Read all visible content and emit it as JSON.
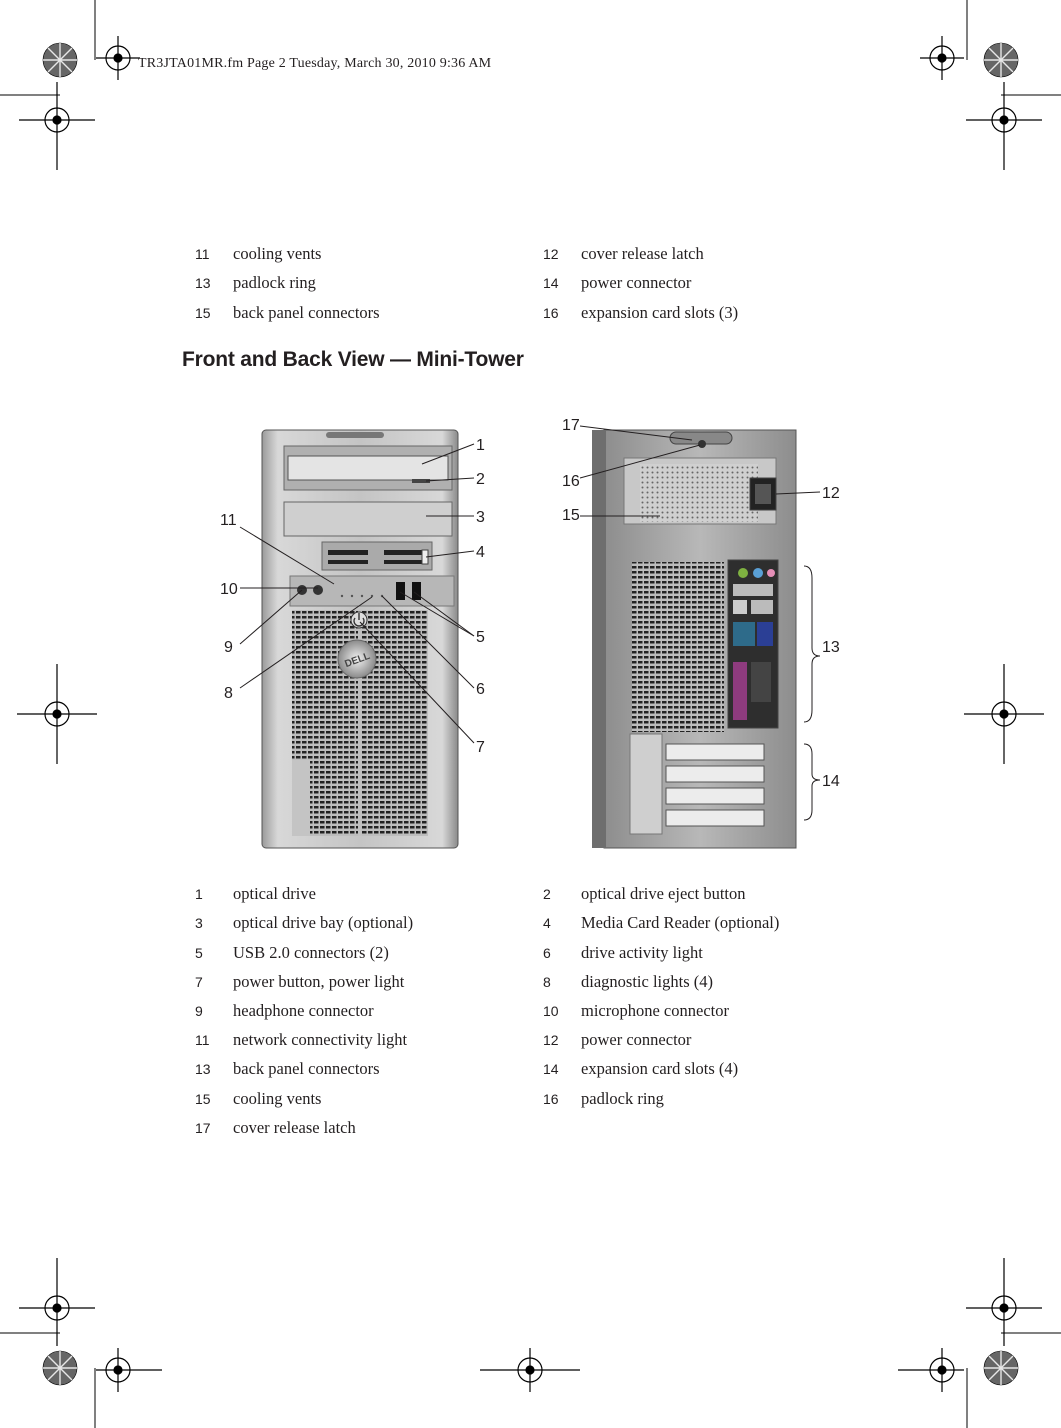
{
  "header": {
    "text": "TR3JTA01MR.fm  Page 2  Tuesday, March 30, 2010  9:36 AM"
  },
  "top_legend": [
    {
      "num": "11",
      "label": "cooling vents"
    },
    {
      "num": "12",
      "label": "cover release latch"
    },
    {
      "num": "13",
      "label": "padlock ring"
    },
    {
      "num": "14",
      "label": "power connector"
    },
    {
      "num": "15",
      "label": "back panel connectors"
    },
    {
      "num": "16",
      "label": "expansion card slots (3)"
    }
  ],
  "section_title": "Front and Back View — Mini-Tower",
  "figure": {
    "front_callouts": [
      "1",
      "2",
      "3",
      "4",
      "5",
      "6",
      "7",
      "8",
      "9",
      "10",
      "11"
    ],
    "back_callouts": [
      "12",
      "13",
      "14",
      "15",
      "16",
      "17"
    ],
    "logo_text": "DELL"
  },
  "bottom_legend": [
    {
      "num": "1",
      "label": "optical drive"
    },
    {
      "num": "2",
      "label": "optical drive eject button"
    },
    {
      "num": "3",
      "label": "optical drive bay (optional)"
    },
    {
      "num": "4",
      "label": "Media Card Reader (optional)"
    },
    {
      "num": "5",
      "label": "USB 2.0 connectors (2)"
    },
    {
      "num": "6",
      "label": "drive activity light"
    },
    {
      "num": "7",
      "label": "power button, power light"
    },
    {
      "num": "8",
      "label": "diagnostic lights (4)"
    },
    {
      "num": "9",
      "label": "headphone connector"
    },
    {
      "num": "10",
      "label": "microphone connector"
    },
    {
      "num": "11",
      "label": "network connectivity light"
    },
    {
      "num": "12",
      "label": "power connector"
    },
    {
      "num": "13",
      "label": "back panel connectors"
    },
    {
      "num": "14",
      "label": "expansion card slots (4)"
    },
    {
      "num": "15",
      "label": "cooling vents"
    },
    {
      "num": "16",
      "label": "padlock ring"
    },
    {
      "num": "17",
      "label": "cover release latch"
    }
  ]
}
